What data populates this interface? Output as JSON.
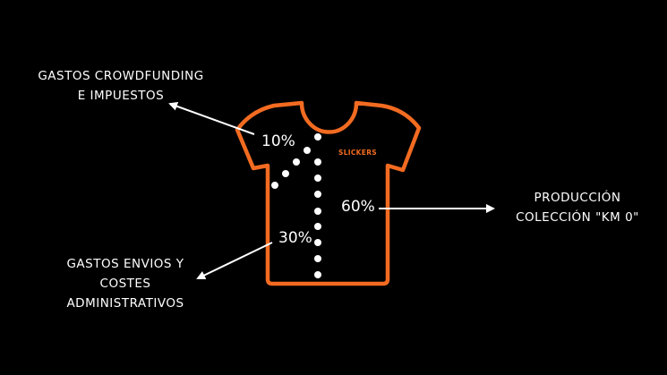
{
  "brand": "SLICKERS",
  "accent_color": "#f26b21",
  "segments": [
    {
      "percent": "10%",
      "label_lines": [
        "GASTOS CROWDFUNDING",
        "E IMPUESTOS"
      ]
    },
    {
      "percent": "30%",
      "label_lines": [
        "GASTOS ENVIOS Y",
        "COSTES",
        "ADMINISTRATIVOS"
      ]
    },
    {
      "percent": "60%",
      "label_lines": [
        "PRODUCCIÓN",
        "COLECCIÓN \"KM 0\""
      ]
    }
  ]
}
